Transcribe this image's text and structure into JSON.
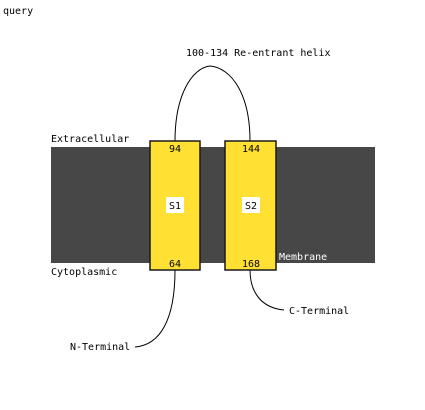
{
  "header": {
    "title": "query"
  },
  "labels": {
    "extracellular": "Extracellular",
    "cytoplasmic": "Cytoplasmic",
    "membrane": "Membrane",
    "loop": "100-134 Re-entrant helix",
    "n_terminal": "N-Terminal",
    "c_terminal": "C-Terminal"
  },
  "segments": [
    {
      "name": "S1",
      "top": "94",
      "bottom": "64"
    },
    {
      "name": "S2",
      "top": "144",
      "bottom": "168"
    }
  ],
  "colors": {
    "membrane": "#474747",
    "segment_fill": "#ffe033",
    "segment_stroke": "#1a1a1a",
    "line": "#000000",
    "membrane_text": "#ffffff"
  }
}
